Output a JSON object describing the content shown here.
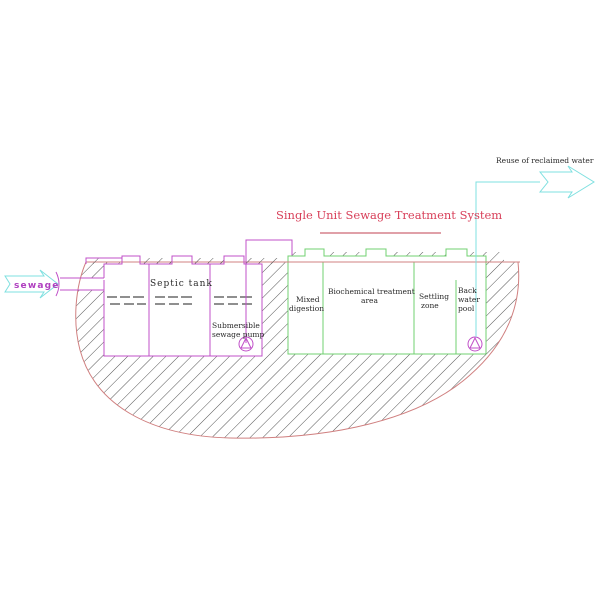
{
  "diagram": {
    "title": "Single Unit Sewage Treatment System",
    "inlet_label": "sewage",
    "outlet_label": "Reuse of reclaimed water",
    "septic_tank": {
      "label": "Septic tank",
      "pump_label_line1": "Submersible",
      "pump_label_line2": "sewage pump"
    },
    "treatment_unit": {
      "zones": [
        {
          "line1": "Mixed",
          "line2": "digestion"
        },
        {
          "line1": "Biochemical treatment",
          "line2": "area"
        },
        {
          "line1": "Settling",
          "line2": "zone"
        },
        {
          "line1": "Back",
          "line2": "water",
          "line3": "pool"
        }
      ]
    },
    "colors": {
      "title": "#d8405a",
      "septic_outline": "#c050c8",
      "treatment_outline": "#70d070",
      "reclaimed_pipe": "#7fe0e0",
      "ground_outline": "#d08080",
      "hatch": "#555555",
      "inlet_text": "#b040c0"
    }
  }
}
